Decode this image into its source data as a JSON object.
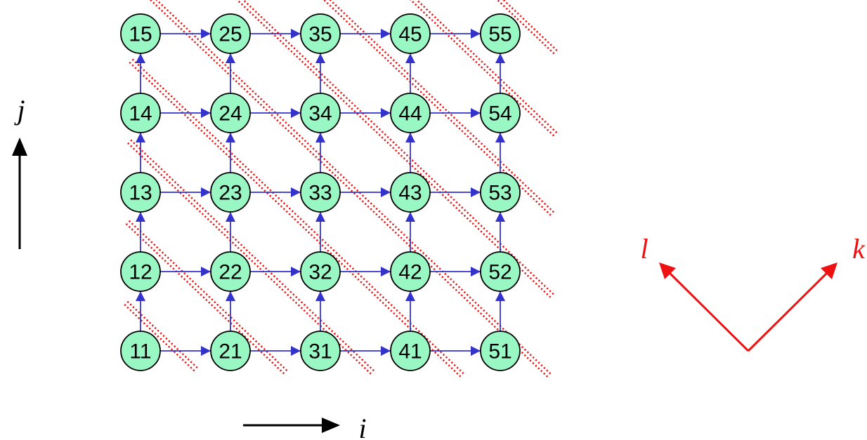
{
  "diagram": {
    "nodes": [
      [
        "11",
        "12",
        "13",
        "14",
        "15"
      ],
      [
        "21",
        "22",
        "23",
        "24",
        "25"
      ],
      [
        "31",
        "32",
        "33",
        "34",
        "35"
      ],
      [
        "41",
        "42",
        "43",
        "44",
        "45"
      ],
      [
        "51",
        "52",
        "53",
        "54",
        "55"
      ]
    ],
    "axis_i_label": "i",
    "axis_j_label": "j",
    "axis_k_label": "k",
    "axis_l_label": "l"
  },
  "colors": {
    "node_fill": "#99f7c4",
    "edge": "#3333cc",
    "wavefront": "#ee1111",
    "axis": "#000000",
    "skew_axis": "#ee1111"
  }
}
